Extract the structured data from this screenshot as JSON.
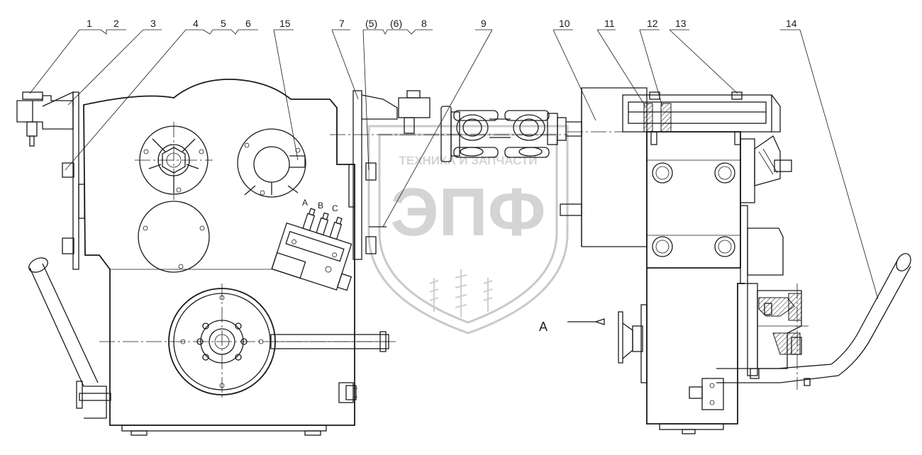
{
  "callouts": [
    {
      "id": "c1",
      "text": "1"
    },
    {
      "id": "c2",
      "text": "2"
    },
    {
      "id": "c3",
      "text": "3"
    },
    {
      "id": "c4",
      "text": "4"
    },
    {
      "id": "c5",
      "text": "5"
    },
    {
      "id": "c6",
      "text": "6"
    },
    {
      "id": "c15",
      "text": "15"
    },
    {
      "id": "c7",
      "text": "7"
    },
    {
      "id": "c5b",
      "text": "(5)"
    },
    {
      "id": "c6b",
      "text": "(6)"
    },
    {
      "id": "c8",
      "text": "8"
    },
    {
      "id": "c9",
      "text": "9"
    },
    {
      "id": "c10",
      "text": "10"
    },
    {
      "id": "c11",
      "text": "11"
    },
    {
      "id": "c12",
      "text": "12"
    },
    {
      "id": "c13",
      "text": "13"
    },
    {
      "id": "c14",
      "text": "14"
    }
  ],
  "valve_ports": {
    "a": "A",
    "b": "B",
    "c": "C"
  },
  "view_label": "A",
  "watermark": {
    "top_text": "ТЕХНИКА И ЗАПЧАСТИ",
    "logo_text": "ЭПФ"
  }
}
